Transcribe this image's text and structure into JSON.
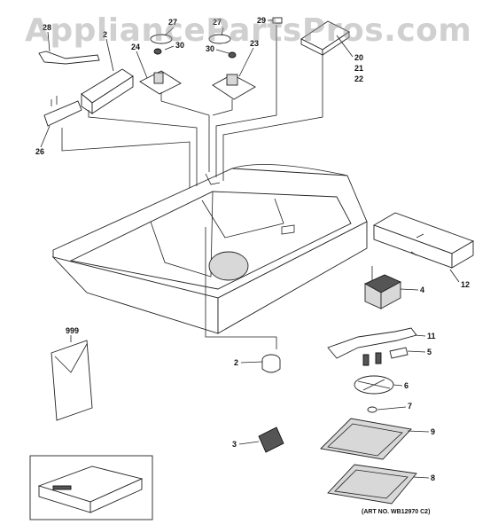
{
  "watermark": "AppliancePartsPros.com",
  "art_number": "(ART NO. WB12970 C2)",
  "callouts": [
    {
      "id": "c28",
      "text": "28"
    },
    {
      "id": "c2a",
      "text": "2"
    },
    {
      "id": "c27a",
      "text": "27"
    },
    {
      "id": "c30a",
      "text": "30"
    },
    {
      "id": "c24",
      "text": "24"
    },
    {
      "id": "c27b",
      "text": "27"
    },
    {
      "id": "c29",
      "text": "29"
    },
    {
      "id": "c30b",
      "text": "30"
    },
    {
      "id": "c23",
      "text": "23"
    },
    {
      "id": "c20",
      "text": "20"
    },
    {
      "id": "c21",
      "text": "21"
    },
    {
      "id": "c22",
      "text": "22"
    },
    {
      "id": "c26",
      "text": "26"
    },
    {
      "id": "c12",
      "text": "12"
    },
    {
      "id": "c4",
      "text": "4"
    },
    {
      "id": "c11",
      "text": "11"
    },
    {
      "id": "c999",
      "text": "999"
    },
    {
      "id": "c2b",
      "text": "2"
    },
    {
      "id": "c5",
      "text": "5"
    },
    {
      "id": "c6",
      "text": "6"
    },
    {
      "id": "c7",
      "text": "7"
    },
    {
      "id": "c9",
      "text": "9"
    },
    {
      "id": "c3",
      "text": "3"
    },
    {
      "id": "c8",
      "text": "8"
    }
  ]
}
